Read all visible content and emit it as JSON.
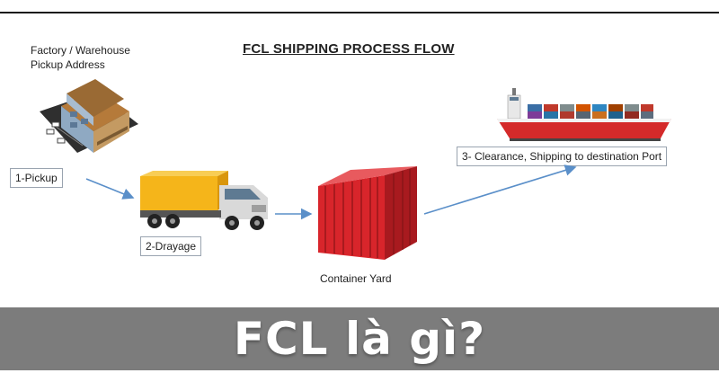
{
  "diagram": {
    "title": "FCL SHIPPING PROCESS FLOW",
    "factory_label_line1": "Factory / Warehouse",
    "factory_label_line2": "Pickup Address",
    "step1": "1-Pickup",
    "step2": "2-Drayage",
    "container_yard": "Container Yard",
    "step3": "3- Clearance, Shipping to destination Port"
  },
  "banner": {
    "text": "FCL là gì?"
  },
  "colors": {
    "arrow": "#5a8fc9",
    "banner_bg": "#7c7c7c",
    "container_red": "#d8252b",
    "truck_yellow": "#f5b51a",
    "ship_red": "#d42a2a"
  }
}
